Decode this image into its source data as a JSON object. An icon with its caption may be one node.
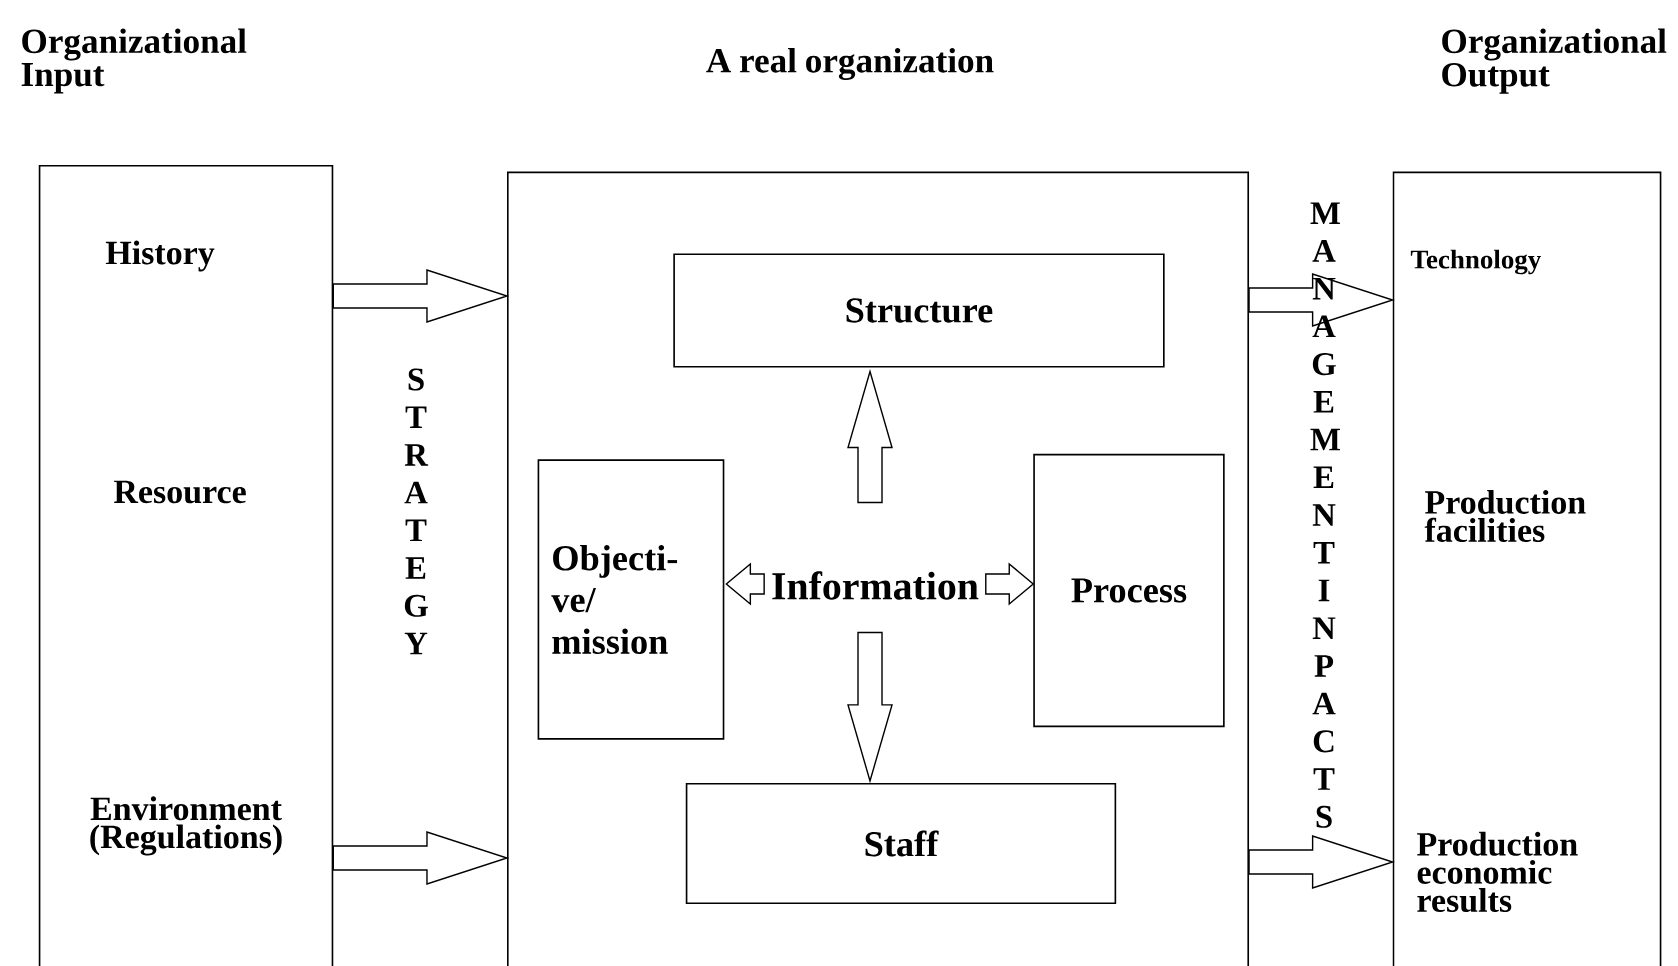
{
  "diagram": {
    "nodes": [
      {
        "text": [
          "Organizational Input",
          "History",
          "Resource",
          "Environment (Regulations)"
        ]
      },
      {
        "text": [
          "A real organization"
        ]
      },
      {
        "text": [
          "Structure"
        ],
        "in": 1
      },
      {
        "text": [
          "Objecti- ve/ mission"
        ],
        "in": 1
      },
      {
        "text": [
          "Information"
        ],
        "in": 1
      },
      {
        "text": [
          "Process"
        ],
        "in": 1
      },
      {
        "text": [
          "Staff"
        ],
        "in": 1
      },
      {
        "text": [
          "Organizational Output",
          "Technology",
          "Production facilities",
          "Production economic results"
        ]
      }
    ],
    "edges": [
      {
        "from": 0,
        "to": 1,
        "arrow": "to"
      },
      {
        "from": 0,
        "to": 1,
        "arrow": "to"
      },
      {
        "from": 4,
        "to": 2,
        "arrow": "to"
      },
      {
        "from": 4,
        "to": 3,
        "arrow": "to"
      },
      {
        "from": 4,
        "to": 5,
        "arrow": "to"
      },
      {
        "from": 4,
        "to": 6,
        "arrow": "to"
      },
      {
        "from": 1,
        "to": 7,
        "arrow": "to"
      },
      {
        "from": 1,
        "to": 7,
        "arrow": "to"
      }
    ],
    "labels": [
      "STRATEGY",
      "MANAGEMENTINPACTS"
    ]
  }
}
